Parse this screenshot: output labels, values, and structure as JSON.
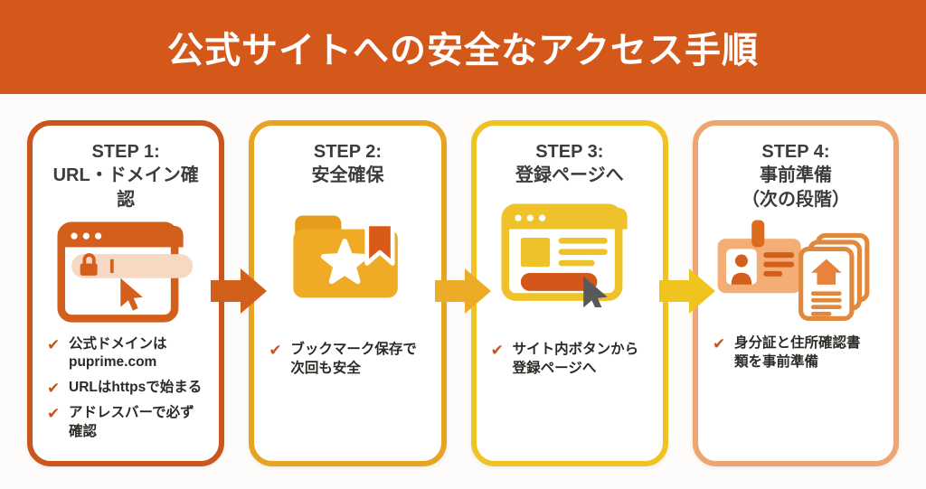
{
  "header": {
    "title": "公式サイトへの安全なアクセス手順"
  },
  "colors": {
    "header_bg": "#D4581A",
    "page_bg": "#FDFCFA",
    "title_text": "#3C3C3C",
    "body_text": "#2D2A26",
    "check_color": "#C7531E",
    "card_borders": [
      "#CB561D",
      "#E9A322",
      "#F0C325",
      "#EDA571"
    ],
    "arrows": [
      "#D2601A",
      "#ECAC28",
      "#F0C41F"
    ]
  },
  "checkmark_glyph": "✔",
  "steps": [
    {
      "title": "STEP 1:\nURL・ドメイン確認",
      "icon": "browser-address-lock-icon",
      "bullets": [
        "公式ドメインは\npuprime.com",
        "URLはhttpsで始まる",
        "アドレスバーで必ず\n確認"
      ]
    },
    {
      "title": "STEP 2:\n安全確保",
      "icon": "bookmark-folder-icon",
      "bullets": [
        "ブックマーク保存で\n次回も安全"
      ]
    },
    {
      "title": "STEP 3:\n登録ページへ",
      "icon": "signup-page-button-icon",
      "bullets": [
        "サイト内ボタンから\n登録ページへ"
      ]
    },
    {
      "title": "STEP 4:\n事前準備\n（次の段階）",
      "icon": "id-card-documents-icon",
      "bullets": [
        "身分証と住所確認書\n類を事前準備"
      ]
    }
  ]
}
